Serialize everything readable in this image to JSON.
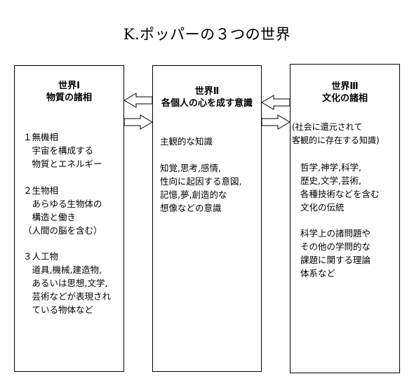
{
  "title": "K.ポッパーの３つの世界",
  "world1": {
    "heading": [
      "世界Ⅰ",
      "物質の諸相"
    ],
    "sections": [
      {
        "lines": [
          "１無機相",
          "　宇宙を構成する",
          "　物質とエネルギー"
        ]
      },
      {
        "lines": [
          "２生物相",
          "　あらゆる生物体の",
          "　構造と働き",
          "（人間の脳を含む）"
        ]
      },
      {
        "lines": [
          "３人工物",
          "　道具,機械,建造物,",
          "　あるいは思想,文学,",
          "　芸術などが表現され",
          "　ている物体など"
        ]
      }
    ]
  },
  "world2": {
    "heading": [
      "世界Ⅱ",
      "各個人の心を成す意識"
    ],
    "sections": [
      {
        "lines": [
          "主観的な知識"
        ]
      },
      {
        "lines": [
          "知覚,思考,感情,",
          "性向に起因する意図,",
          "記憶,夢,創造的な",
          "想像などの意識"
        ]
      }
    ]
  },
  "world3": {
    "heading": [
      "世界Ⅲ",
      "文化の諸相"
    ],
    "sections": [
      {
        "lines": [
          "(社会に還元されて",
          "客観的に存在する知識)"
        ]
      },
      {
        "lines": [
          "哲学,神学,科学,",
          "歴史,文学,芸術,",
          "各種技術などを含む",
          "文化の伝統"
        ]
      },
      {
        "lines": [
          "科学上の諸問題や",
          "その他の学問的な",
          "課題に関する理論",
          "体系など"
        ]
      }
    ]
  }
}
